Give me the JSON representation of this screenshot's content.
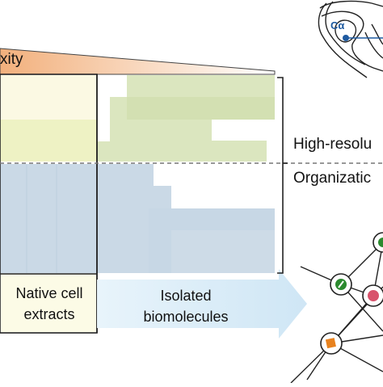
{
  "labels": {
    "complexity": "xity",
    "high_resolution": "High-resolu",
    "organization": "Organizatic",
    "native_cell_extracts": "Native cell extracts",
    "isolated_biomolecules": "Isolated biomolecules",
    "c_alpha": "Cα"
  },
  "colors": {
    "gradient_peach": "#f2b07c",
    "yellow_fill": "#fbf9e3",
    "yellow_band": "#eef2c4",
    "green_fill": "#dbe6bf",
    "blue_fill": "#cad9e6",
    "blue_fill_light": "#d9e4ed",
    "arrow_light_blue": "#d6ebf7",
    "node_green": "#2b8a2e",
    "node_pink": "#d8536c",
    "node_orange": "#e8821e",
    "atom_blue": "#1e5aa0"
  }
}
